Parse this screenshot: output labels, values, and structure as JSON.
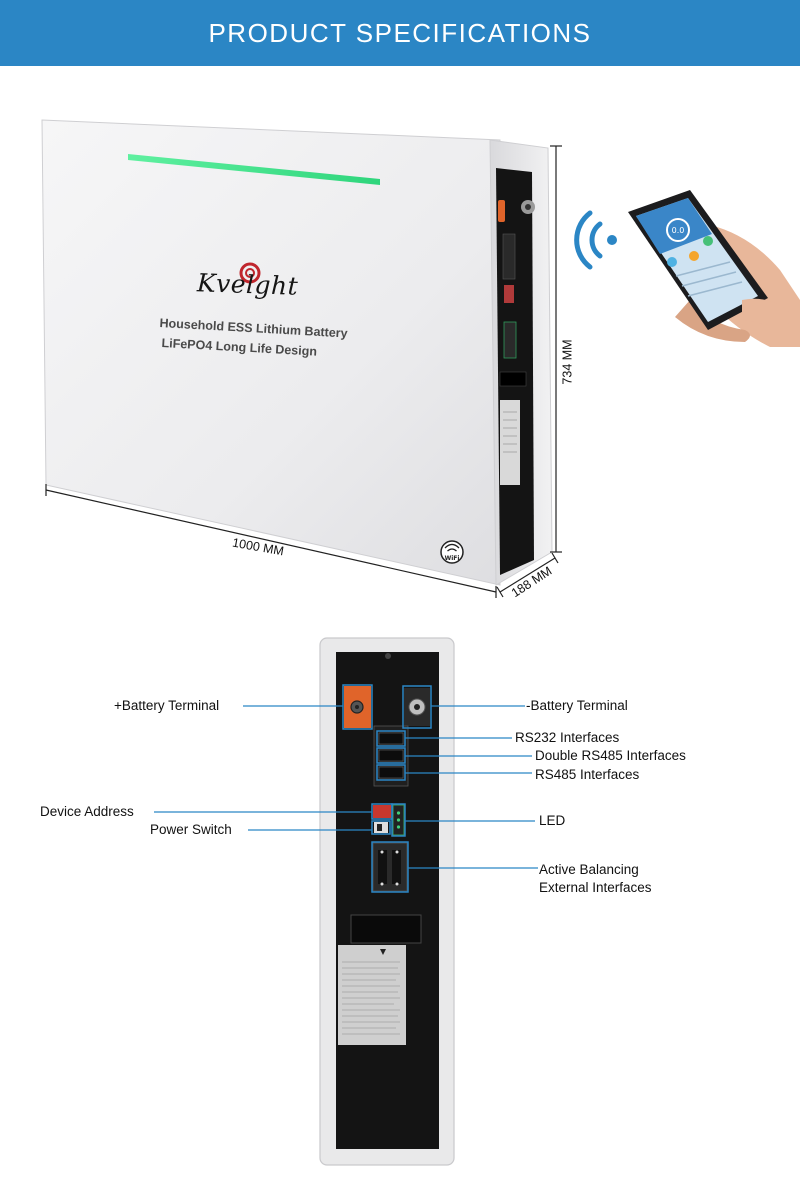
{
  "header": {
    "title": "PRODUCT SPECIFICATIONS",
    "background_color": "#2b86c5"
  },
  "product": {
    "brand": "Kvelght",
    "line1": "Household ESS Lithium Battery",
    "line2": "LiFePO4 Long Life Design",
    "wifi_badge": "WiFi"
  },
  "dimensions": {
    "width": "1000 MM",
    "height": "734 MM",
    "depth": "188 MM"
  },
  "phone": {
    "screen_value": "0.0"
  },
  "callouts_left": {
    "battery_positive": "+Battery Terminal",
    "device_address": "Device Address",
    "power_switch": "Power Switch"
  },
  "callouts_right": {
    "battery_negative": "-Battery Terminal",
    "rs232": "RS232 Interfaces",
    "double_rs485": "Double RS485 Interfaces",
    "rs485": "RS485 Interfaces",
    "led": "LED",
    "active_balancing_line1": "Active Balancing",
    "active_balancing_line2": "External Interfaces"
  },
  "colors": {
    "accent_blue": "#2b86c5",
    "led_green": "#3ee58a",
    "terminal_orange": "#e0642a",
    "panel_black": "#141414",
    "housing_gray": "#e9e9ea"
  }
}
